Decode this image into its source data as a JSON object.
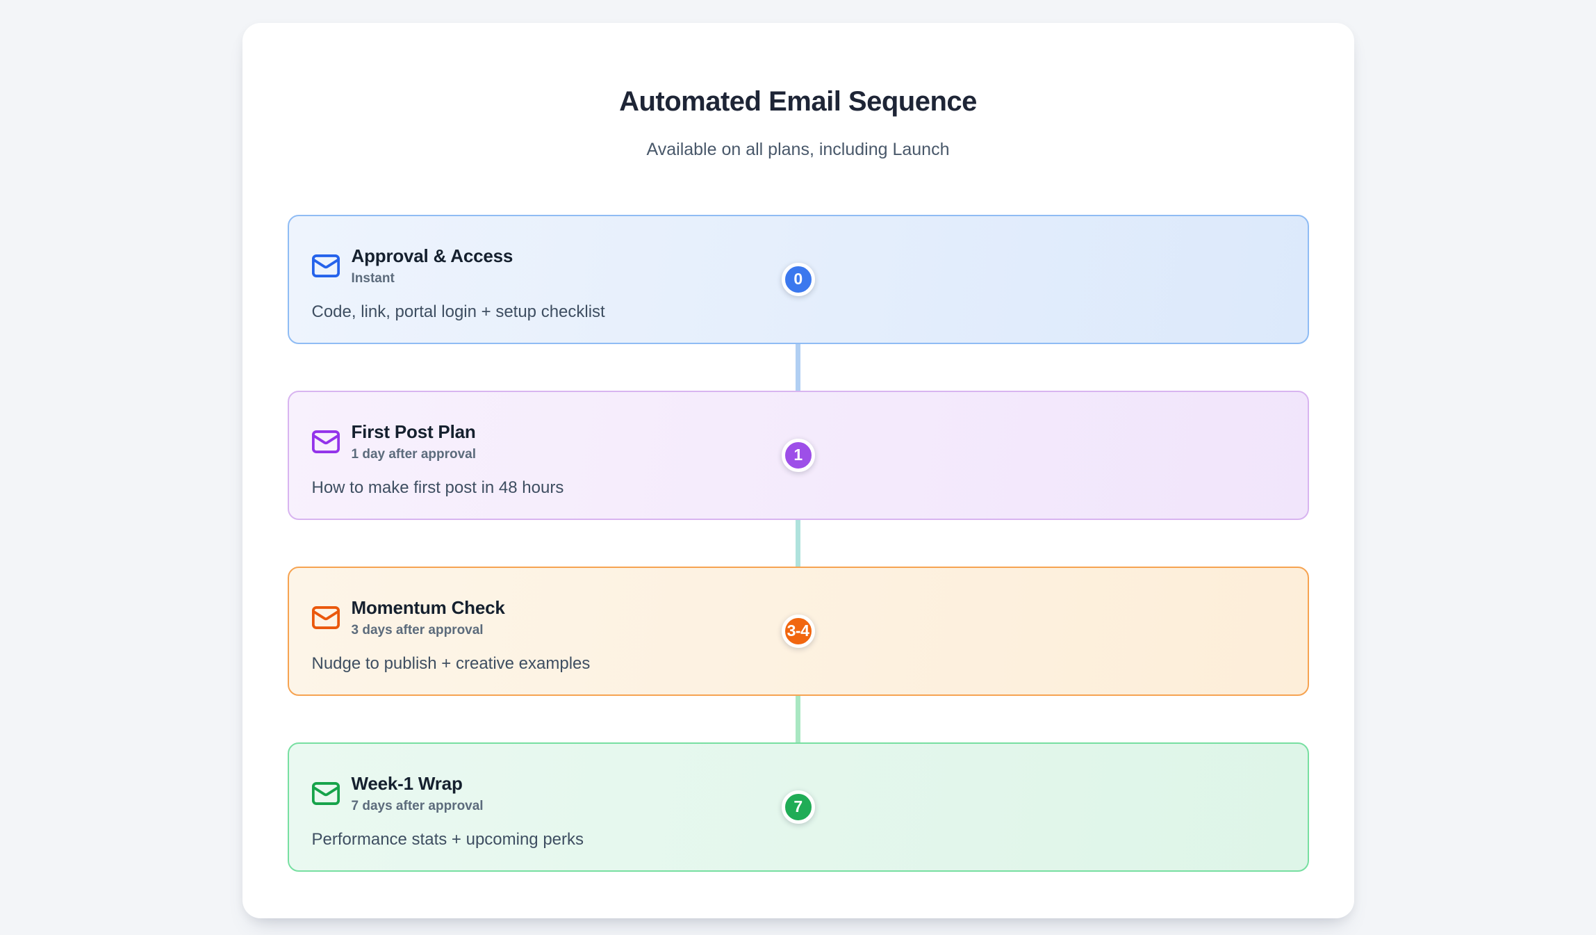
{
  "page": {
    "background_color": "#f3f5f8"
  },
  "header": {
    "title": "Automated Email Sequence",
    "subtitle": "Available on all plans, including Launch"
  },
  "sequence": {
    "connector_colors": [
      "#b1cff3",
      "#afe2dd",
      "#a9e7c2"
    ],
    "cards": [
      {
        "id": "approval-access",
        "icon": "mail-icon",
        "title": "Approval & Access",
        "timing": "Instant",
        "description": "Code, link, portal login + setup checklist",
        "badge": "0",
        "colors": {
          "background_start": "#eef4fd",
          "background_end": "#dce9fb",
          "border": "#8fbcf4",
          "icon": "#2563eb",
          "badge": "#3b78ee"
        }
      },
      {
        "id": "first-post-plan",
        "icon": "mail-icon",
        "title": "First Post Plan",
        "timing": "1 day after approval",
        "description": "How to make first post in 48 hours",
        "badge": "1",
        "colors": {
          "background_start": "#f8f1fd",
          "background_end": "#f1e5fb",
          "border": "#d8b4f0",
          "icon": "#9333ea",
          "badge": "#9d4fe8"
        }
      },
      {
        "id": "momentum-check",
        "icon": "mail-icon",
        "title": "Momentum Check",
        "timing": "3 days after approval",
        "description": "Nudge to publish + creative examples",
        "badge": "3-4",
        "colors": {
          "background_start": "#fdf5e8",
          "background_end": "#fdeed9",
          "border": "#f6a351",
          "icon": "#ea580c",
          "badge": "#f1660f"
        }
      },
      {
        "id": "week-1-wrap",
        "icon": "mail-icon",
        "title": "Week-1 Wrap",
        "timing": "7 days after approval",
        "description": "Performance stats + upcoming perks",
        "badge": "7",
        "colors": {
          "background_start": "#eaf9f1",
          "background_end": "#def5e8",
          "border": "#77dfa1",
          "icon": "#16a34a",
          "badge": "#20ac56"
        }
      }
    ]
  }
}
